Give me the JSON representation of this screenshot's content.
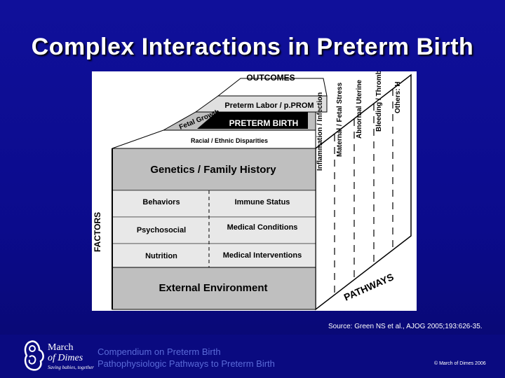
{
  "title": "Complex Interactions in Preterm Birth",
  "diagram": {
    "outcomes_label": "OUTCOMES",
    "factors_label": "FACTORS",
    "pathways_label": "PATHWAYS",
    "top_rows": {
      "preterm_labor": "Preterm Labor / p.PROM",
      "preterm_birth": "PRETERM BIRTH",
      "fetal_growth": "Fetal Growth",
      "disparities": "Racial / Ethnic Disparities"
    },
    "genetics": "Genetics / Family History",
    "grid": [
      [
        "Behaviors",
        "Immune Status"
      ],
      [
        "Psychosocial",
        "Medical Conditions"
      ],
      [
        "Nutrition",
        "Medical Interventions"
      ]
    ],
    "external": "External Environment",
    "pathways": [
      "Inflammation / Infection",
      "Maternal / Fetal Stress",
      "Abnormal Uterine",
      "Bleeding / Thrombosis",
      "Others: H"
    ]
  },
  "source": "Source: Green NS et al., AJOG 2005;193:626-35.",
  "footer": {
    "logo_line1": "March",
    "logo_line2": "of Dimes",
    "logo_tagline": "Saving babies, together",
    "compendium_line1": "Compendium on Preterm Birth",
    "compendium_line2": "Pathophysiologic Pathways to Preterm Birth",
    "copyright": "© March of Dimes 2006"
  },
  "colors": {
    "background": "#0b0b8c",
    "title": "#ffffff",
    "compendium_text": "#5a6ad8",
    "diagram_dark": "#bfbfbf",
    "diagram_light": "#e8e8e8"
  }
}
